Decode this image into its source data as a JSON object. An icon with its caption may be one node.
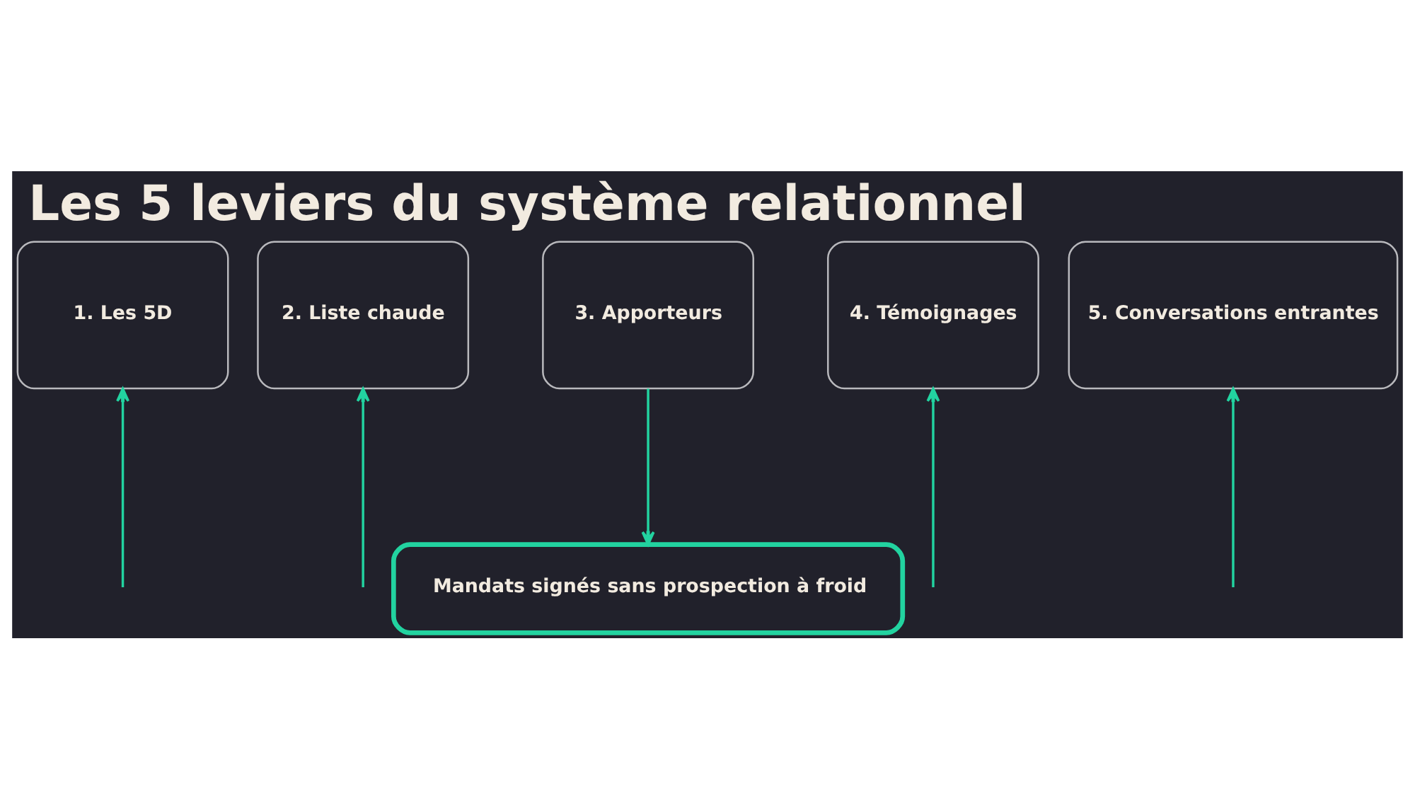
{
  "diagram": {
    "title": "Les 5 leviers du système relationnel",
    "nodes": [
      {
        "text": [
          "1. Les 5D"
        ]
      },
      {
        "text": [
          "2. Liste chaude"
        ]
      },
      {
        "text": [
          "3. Apporteurs"
        ]
      },
      {
        "text": [
          "4. Témoignages"
        ]
      },
      {
        "text": [
          "5. Conversations entrantes"
        ]
      },
      {
        "text": [
          "Mandats signés sans prospection à froid"
        ]
      }
    ],
    "edges": [
      {
        "from": null,
        "to": 0,
        "arrow": "to"
      },
      {
        "from": null,
        "to": 1,
        "arrow": "to"
      },
      {
        "from": 2,
        "to": 5,
        "arrow": "to"
      },
      {
        "from": null,
        "to": 3,
        "arrow": "to"
      },
      {
        "from": null,
        "to": 4,
        "arrow": "to"
      }
    ]
  }
}
